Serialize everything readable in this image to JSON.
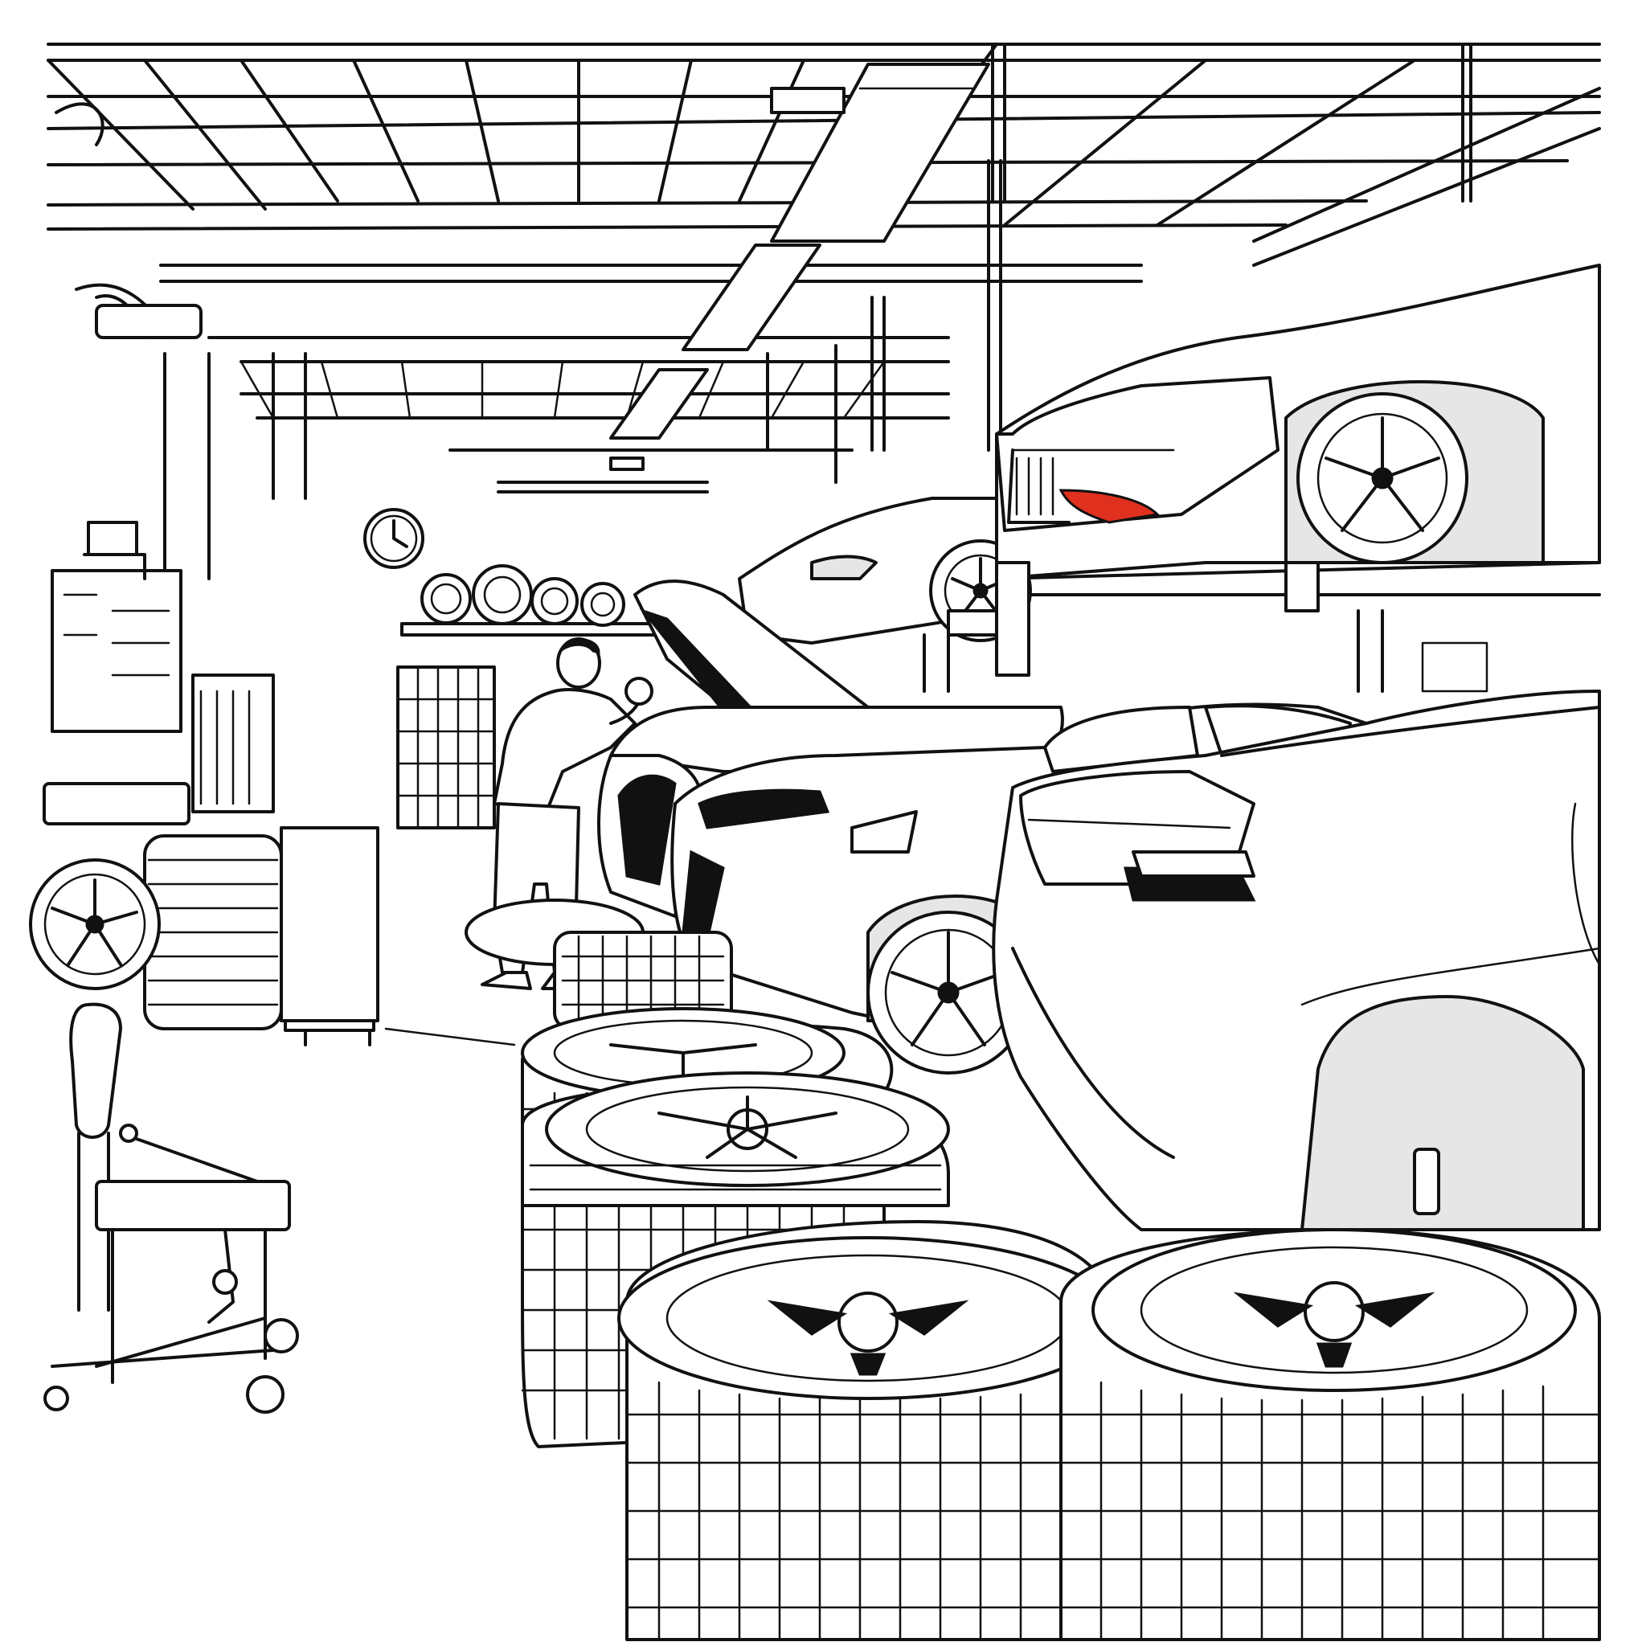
{
  "scene": {
    "description_kind": "line-art coloring page",
    "accent_colors": {
      "ink": "#111111",
      "paper": "#ffffff",
      "shade": "#e6e6e6",
      "tail_light": "#e0301e"
    },
    "objects": [
      "ceiling-frame",
      "fluorescent-lights",
      "wall-clock",
      "wheel-display-shelf",
      "parts-shelf",
      "mechanic",
      "car-hood-open",
      "lifted-car-left",
      "lifted-car-right",
      "car-front-right",
      "tire-stack-left",
      "tire-stack-front",
      "tool-cart",
      "floor-jack"
    ]
  }
}
